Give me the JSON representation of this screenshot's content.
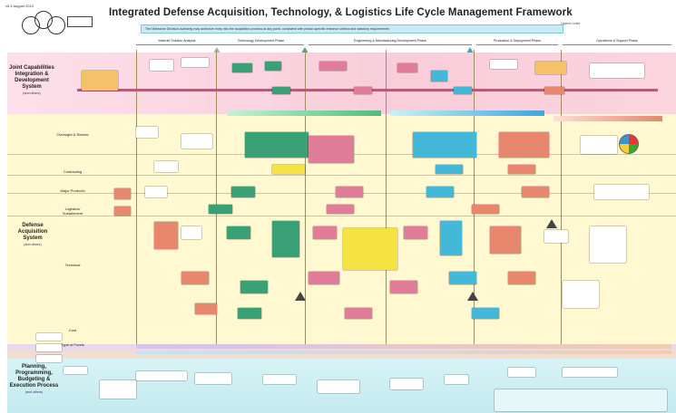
{
  "header": {
    "title": "Integrated Defense Acquisition, Technology, & Logistics Life Cycle Management Framework",
    "version": "v5.4 August 2010",
    "subtitle": "The Milestone Decision Authority may authorize entry into the acquisition process at any point, consistent with phase-specific entrance criteria and statutory requirements",
    "legend_note": "Legend / notes"
  },
  "phases": [
    {
      "label": "Materiel Solution Analysis"
    },
    {
      "label": "Technology Development Phase"
    },
    {
      "label": "Engineering & Manufacturing Development Phase"
    },
    {
      "label": "Production & Deployment Phase"
    },
    {
      "label": "Operations & Support Phase"
    }
  ],
  "milestones": [
    "A",
    "B",
    "C"
  ],
  "systems": {
    "jcids": {
      "name": "Joint Capabilities Integration & Development System",
      "note": "(and others)"
    },
    "das": {
      "name": "Defense Acquisition System",
      "note": "(and others)"
    },
    "ppbe": {
      "name": "Planning, Programming, Budgeting & Execution Process",
      "note": "(and others)"
    }
  },
  "row_labels": [
    "Oversight & Review",
    "Contracting",
    "Major Products",
    "Logistics/ Sustainment",
    "Technical"
  ],
  "ribbon_labels": [
    "Cost",
    "Type of Funds"
  ],
  "colors": {
    "jcids_band": "#f9cdda",
    "das_band": "#fff8d0",
    "ppbe_band": "#c3ebef",
    "node_green": "#3aa176",
    "node_pink": "#e07e9a",
    "node_cyan": "#44b8d8",
    "node_salmon": "#e6876e",
    "node_yellow": "#f4e341"
  }
}
